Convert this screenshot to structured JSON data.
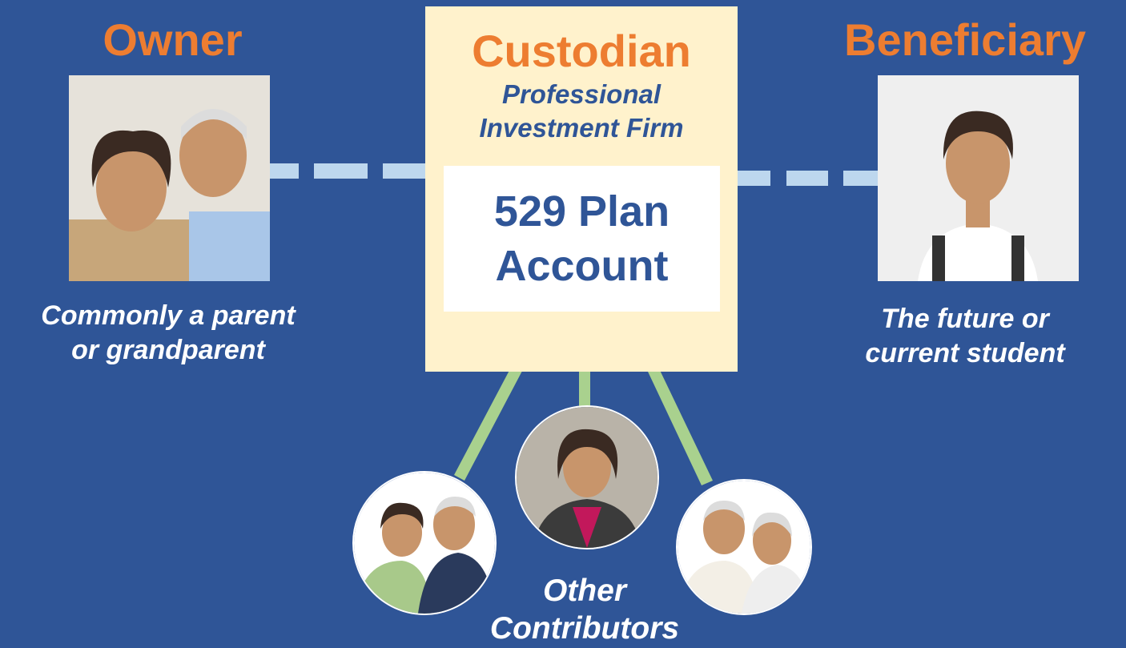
{
  "owner": {
    "heading": "Owner",
    "caption_line1": "Commonly a parent",
    "caption_line2": "or grandparent",
    "photo": "owner-couple-photo"
  },
  "custodian": {
    "heading": "Custodian",
    "subtitle_line1": "Professional",
    "subtitle_line2": "Investment Firm",
    "box_fill": "#fff2cc"
  },
  "plan": {
    "line1": "529 Plan",
    "line2": "Account"
  },
  "beneficiary": {
    "heading": "Beneficiary",
    "caption_line1": "The future or",
    "caption_line2": "current student",
    "photo": "beneficiary-student-photo"
  },
  "contributors": {
    "label_line1": "Other",
    "label_line2": "Contributors",
    "photos": [
      "contributor-couple-photo",
      "contributor-woman-photo",
      "contributor-elderly-couple-photo"
    ]
  },
  "colors": {
    "background": "#2f5597",
    "heading": "#ed7d31",
    "dash": "#bdd7ee",
    "arrow": "#a9d18e"
  }
}
